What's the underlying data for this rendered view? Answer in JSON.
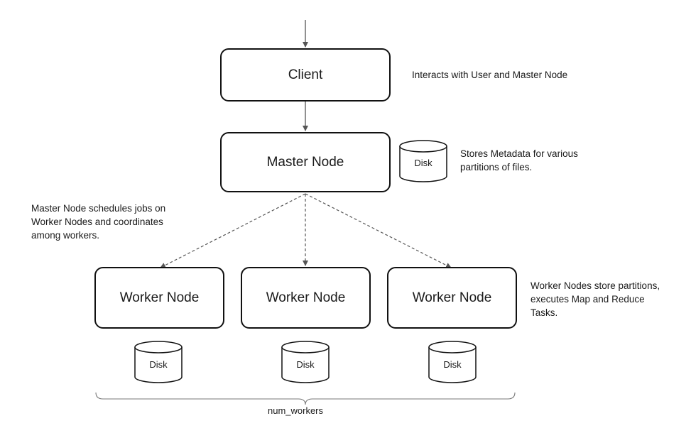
{
  "nodes": {
    "client": "Client",
    "master": "Master Node",
    "workers": [
      "Worker Node",
      "Worker Node",
      "Worker Node"
    ]
  },
  "disk_label": "Disk",
  "annotations": {
    "client": "Interacts with User and Master Node",
    "master_disk": "Stores Metadata for various\npartitions of files.",
    "master_schedules": "Master Node schedules jobs on\nWorker Nodes and coordinates\namong workers.",
    "workers": "Worker Nodes store partitions,\nexecutes Map and Reduce\nTasks."
  },
  "brace_label": "num_workers",
  "colors": {
    "stroke": "#111111",
    "arrow": "#555555",
    "text": "#1a1a1a"
  }
}
